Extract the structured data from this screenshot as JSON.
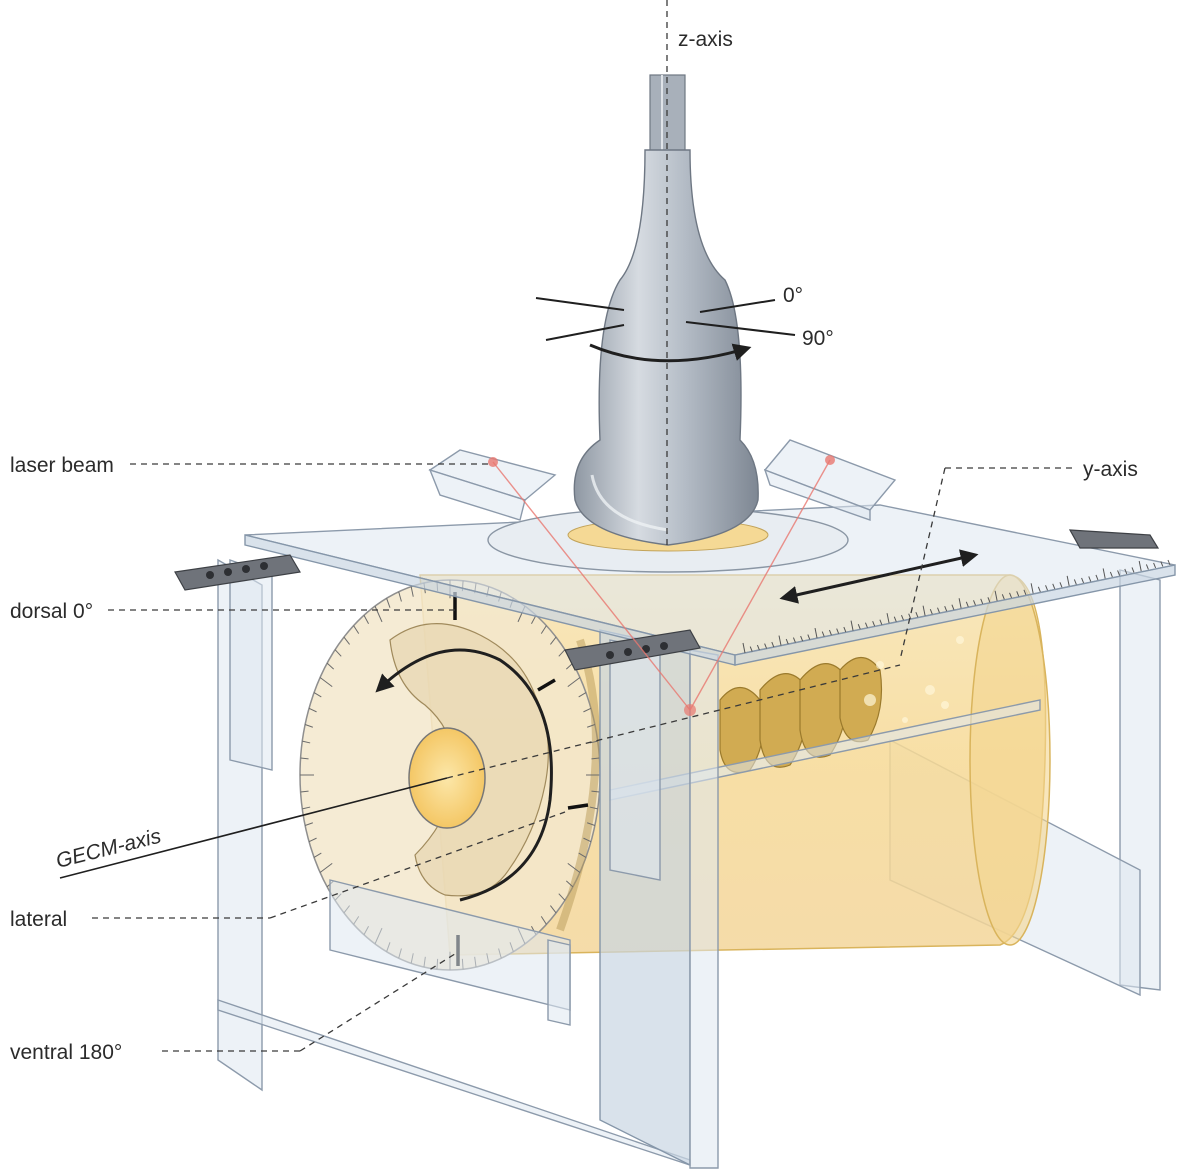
{
  "labels": {
    "z_axis": "z-axis",
    "y_axis": "y-axis",
    "laser_beam": "laser beam",
    "dorsal": "dorsal 0°",
    "gecm_axis": "GECM-axis",
    "lateral": "lateral",
    "ventral": "ventral 180°",
    "angle_0": "0°",
    "angle_90": "90°"
  },
  "colors": {
    "phantom_fill": "#f5dc9e",
    "phantom_stroke": "#d9b45c",
    "glass_fill": "#dfe7f0",
    "probe_fill": "#b9c0c9",
    "laser": "#e8776f",
    "line": "#2b2b2b"
  },
  "icons": [
    "ultrasound-probe",
    "rotation-arrow",
    "double-headed-arrow",
    "laser-emitter",
    "rail-clamp"
  ]
}
